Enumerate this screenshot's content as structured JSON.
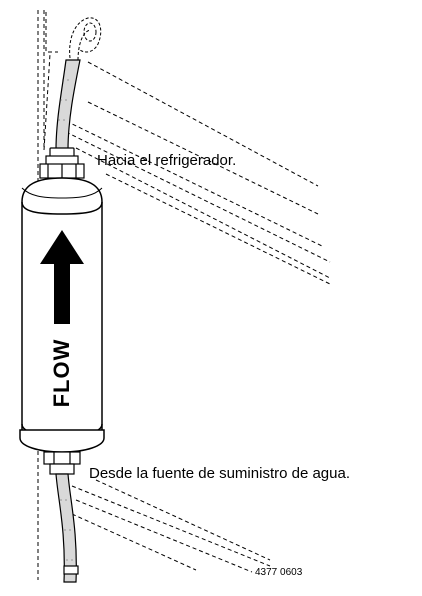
{
  "labels": {
    "to_refrigerator": "Hacia el refrigerador.",
    "from_water_supply": "Desde la fuente de suministro de agua.",
    "figure_code": "4377 0603"
  },
  "filter": {
    "body_text": "FLOW",
    "arrow_direction": "up"
  },
  "colors": {
    "line": "#000000",
    "tube_fill": "#d9d9d9",
    "background": "#ffffff"
  }
}
